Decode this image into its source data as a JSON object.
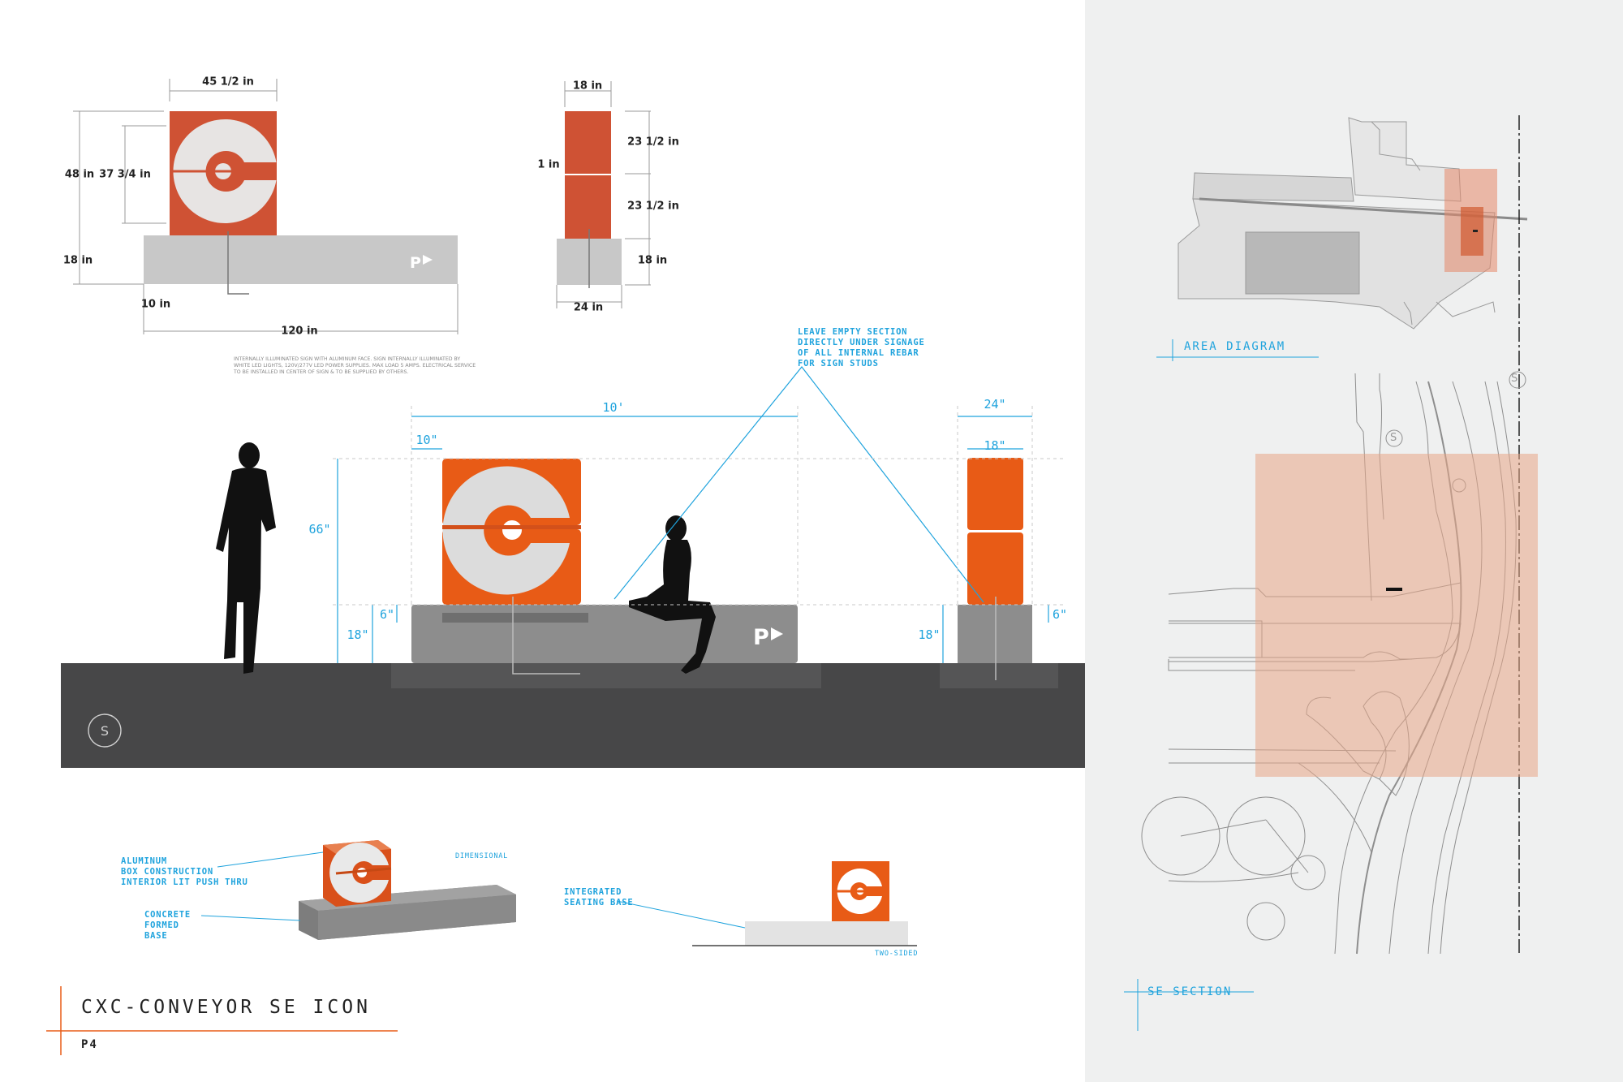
{
  "title": "CXC-CONVEYOR SE ICON",
  "page_number": "P4",
  "colors": {
    "accent": "#e85b16",
    "sign_orange": "#cf5234",
    "callout": "#1fa3dd",
    "ground": "#474748",
    "concrete": "#8d8d8d",
    "sidebar": "#eff0f0"
  },
  "front_view_dims": {
    "width": "45 1/2 in",
    "height": "48 in",
    "inner": "37 3/4 in",
    "base": "18 in",
    "offset": "10 in",
    "total": "120 in"
  },
  "side_view_dims": {
    "width": "18 in",
    "upper": "23 1/2 in",
    "gap": "1 in",
    "lower": "23 1/2 in",
    "base": "18 in",
    "base_width": "24 in"
  },
  "note": "INTERNALLY ILLUMINATED SIGN WITH ALUMINUM FACE. SIGN INTERNALLY ILLUMINATED BY WHITE LED LIGHTS, 120V/277V LED POWER SUPPLIES. MAX LOAD 5 AMPS. ELECTRICAL SERVICE TO BE INSTALLED IN CENTER OF SIGN & TO BE SUPPLIED BY OTHERS.",
  "rebar_callout": "LEAVE EMPTY SECTION\nDIRECTLY UNDER SIGNAGE\nOF ALL INTERNAL REBAR\nFOR SIGN STUDS",
  "elevation_dims": {
    "total": "10'",
    "offset": "10\"",
    "height": "66\"",
    "seat": "18\"",
    "embed": "6\"",
    "side_base": "24\"",
    "side_sign": "18\"",
    "side_seat": "18\"",
    "side_embed": "6\""
  },
  "parking_glyph": "P",
  "ground_symbol": "S",
  "iso_callouts": {
    "aluminum": "ALUMINUM\nBOX CONSTRUCTION\nINTERIOR LIT PUSH THRU",
    "concrete": "CONCRETE\nFORMED\nBASE",
    "dimensional": "DIMENSIONAL",
    "seating": "INTEGRATED\nSEATING BASE",
    "two_sided": "TWO-SIDED"
  },
  "sidebar": {
    "area_diagram_label": "AREA DIAGRAM",
    "se_section_label": "SE SECTION",
    "section_markers": [
      "S",
      "S"
    ]
  }
}
